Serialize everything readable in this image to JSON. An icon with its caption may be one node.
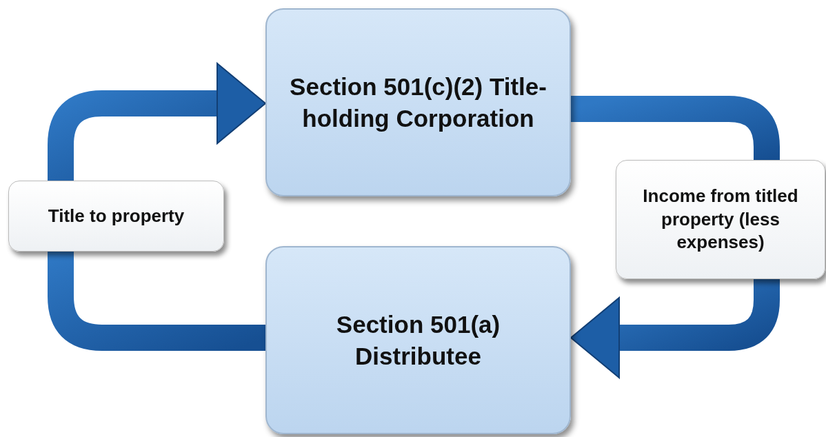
{
  "diagram": {
    "nodes": [
      {
        "text": [
          "Section 501(c)(2) Title-holding Corporation"
        ]
      },
      {
        "text": [
          "Section 501(a) Distributee"
        ]
      },
      {
        "text": [
          "Title to property"
        ]
      },
      {
        "text": [
          "Income from titled property (less expenses)"
        ]
      }
    ],
    "edges": [
      {
        "from": 1,
        "to": 2,
        "arrow": "none"
      },
      {
        "from": 2,
        "to": 0,
        "arrow": "to"
      },
      {
        "from": 0,
        "to": 3,
        "arrow": "none"
      },
      {
        "from": 3,
        "to": 1,
        "arrow": "to"
      }
    ]
  }
}
